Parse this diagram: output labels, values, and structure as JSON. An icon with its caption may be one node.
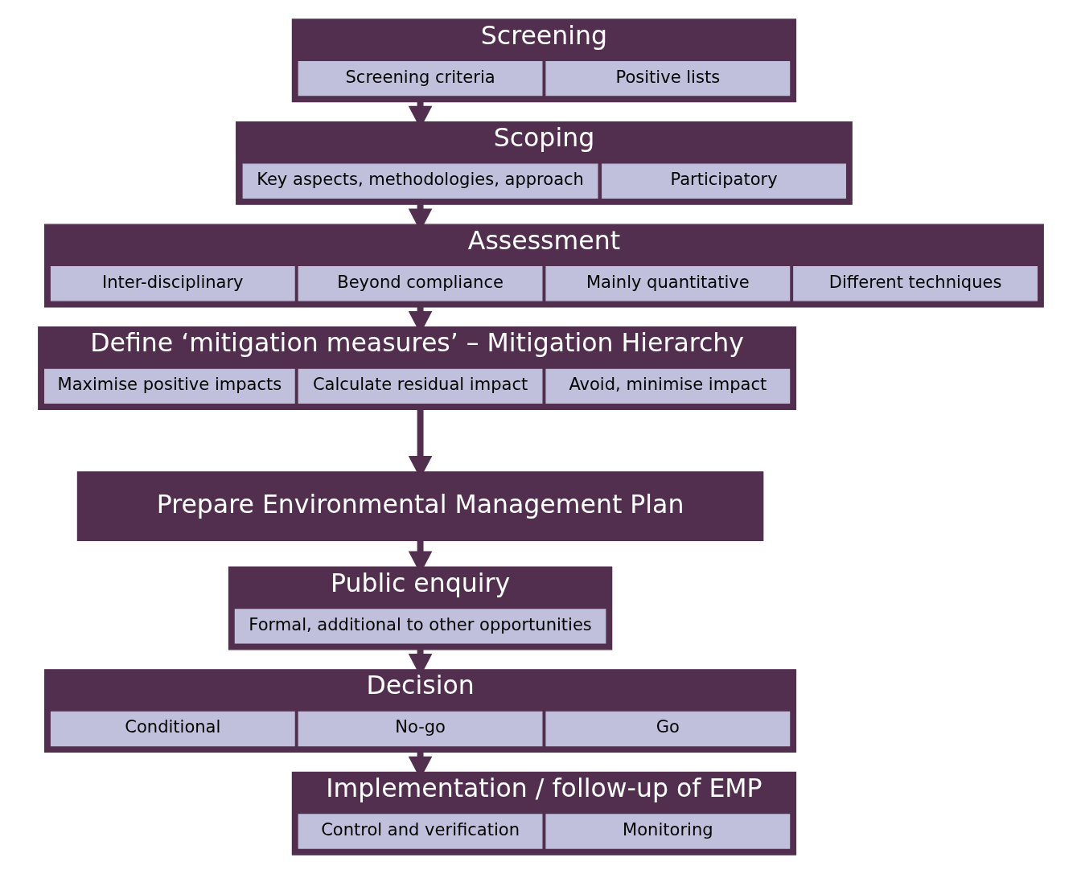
{
  "diagram": {
    "nodes": [
      {
        "text": [
          "Screening"
        ]
      },
      {
        "text": [
          "Positive lists"
        ],
        "in": 0
      },
      {
        "text": [
          "Screening criteria"
        ],
        "in": 0
      },
      {
        "text": [
          "Scoping"
        ]
      },
      {
        "text": [
          "Participatory"
        ],
        "in": 3
      },
      {
        "text": [
          "Key aspects, methodologies, approach"
        ],
        "in": 3
      },
      {
        "text": [
          "Assessment"
        ]
      },
      {
        "text": [
          "Different techniques"
        ],
        "in": 6
      },
      {
        "text": [
          "Mainly quantitative"
        ],
        "in": 6
      },
      {
        "text": [
          "Beyond compliance"
        ],
        "in": 6
      },
      {
        "text": [
          "Inter-disciplinary"
        ],
        "in": 6
      },
      {
        "text": [
          "Define ‘mitigation measures’ – Mitigation Hierarchy"
        ]
      },
      {
        "text": [
          "Avoid, minimise impact"
        ],
        "in": 11
      },
      {
        "text": [
          "Calculate residual impact"
        ],
        "in": 11
      },
      {
        "text": [
          "Maximise positive impacts"
        ],
        "in": 11
      },
      {
        "text": [
          "Prepare Environmental Management Plan"
        ]
      },
      {
        "text": [
          "Public enquiry"
        ]
      },
      {
        "text": [
          "Formal, additional to other opportunities"
        ],
        "in": 16
      },
      {
        "text": [
          "Decision"
        ]
      },
      {
        "text": [
          "Go"
        ],
        "in": 18
      },
      {
        "text": [
          "No-go"
        ],
        "in": 18
      },
      {
        "text": [
          "Conditional"
        ],
        "in": 18
      },
      {
        "text": [
          "Implementation / follow-up of EMP"
        ]
      },
      {
        "text": [
          "Monitoring"
        ],
        "in": 22
      },
      {
        "text": [
          "Control and verification"
        ],
        "in": 22
      }
    ],
    "edges": [
      {
        "from": 0,
        "to": 3,
        "arrow": "to"
      },
      {
        "from": 3,
        "to": 6,
        "arrow": "to"
      },
      {
        "from": 6,
        "to": 11,
        "arrow": "to"
      },
      {
        "from": 11,
        "to": 15,
        "arrow": "to"
      },
      {
        "from": 15,
        "to": 16,
        "arrow": "to"
      },
      {
        "from": 16,
        "to": 18,
        "arrow": "to"
      },
      {
        "from": 18,
        "to": 22,
        "arrow": "to"
      }
    ]
  }
}
